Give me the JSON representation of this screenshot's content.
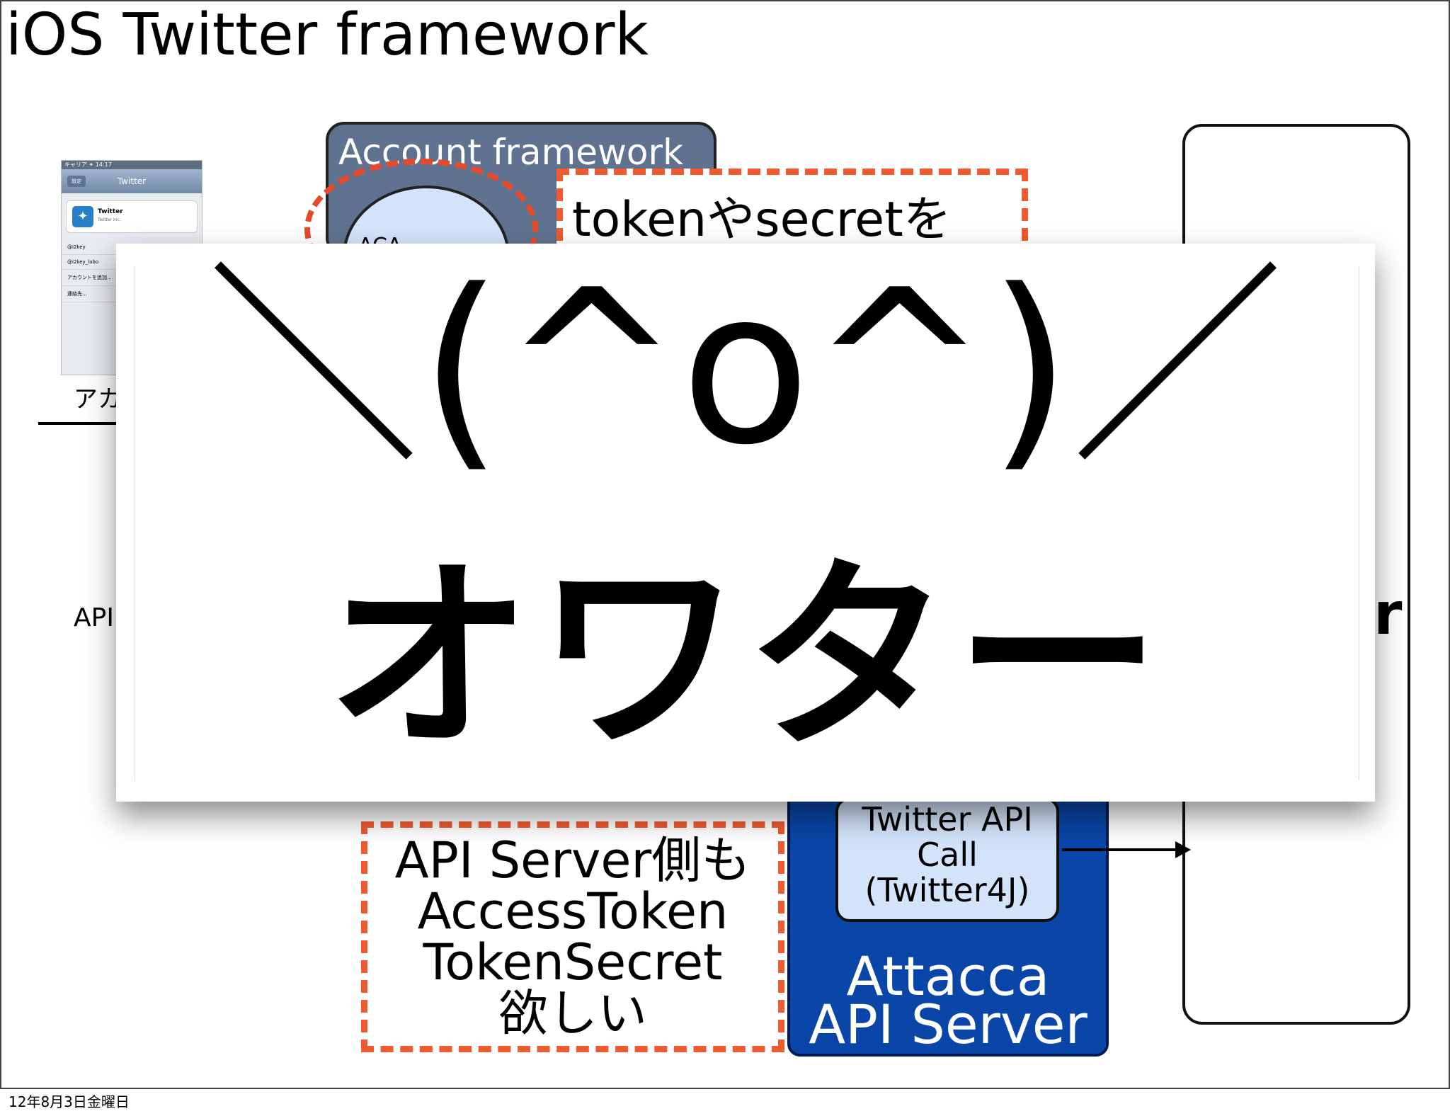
{
  "title": "iOS Twitter framework",
  "phone": {
    "status": "キャリア ✦   14:17",
    "nav_title": "Twitter",
    "back_label": "設定",
    "card_title": "Twitter",
    "card_sub": "Twitter Inc.",
    "rows": [
      "@i2key",
      "@i2key_labo",
      "アカウントを追加...",
      "連絡先..."
    ],
    "caption": "アカ",
    "api_partial": "API"
  },
  "account_framework": {
    "label": "Account framework",
    "inner_text": "ACA"
  },
  "token_callout": {
    "text": "tokenやsecretを"
  },
  "twitter_box": {
    "partial_label": "r"
  },
  "attacca": {
    "api_call_lines": [
      "Twitter API",
      "Call",
      "(Twitter4J)"
    ],
    "line1": "Attacca",
    "line2": "API Server"
  },
  "api_callout": {
    "lines": [
      "API Server側も",
      "AccessToken",
      "TokenSecret",
      "欲しい"
    ]
  },
  "overlay": {
    "emoticon": "＼(^o^)／",
    "text": "オワター"
  },
  "footer": {
    "date": "12年8月3日金曜日"
  }
}
